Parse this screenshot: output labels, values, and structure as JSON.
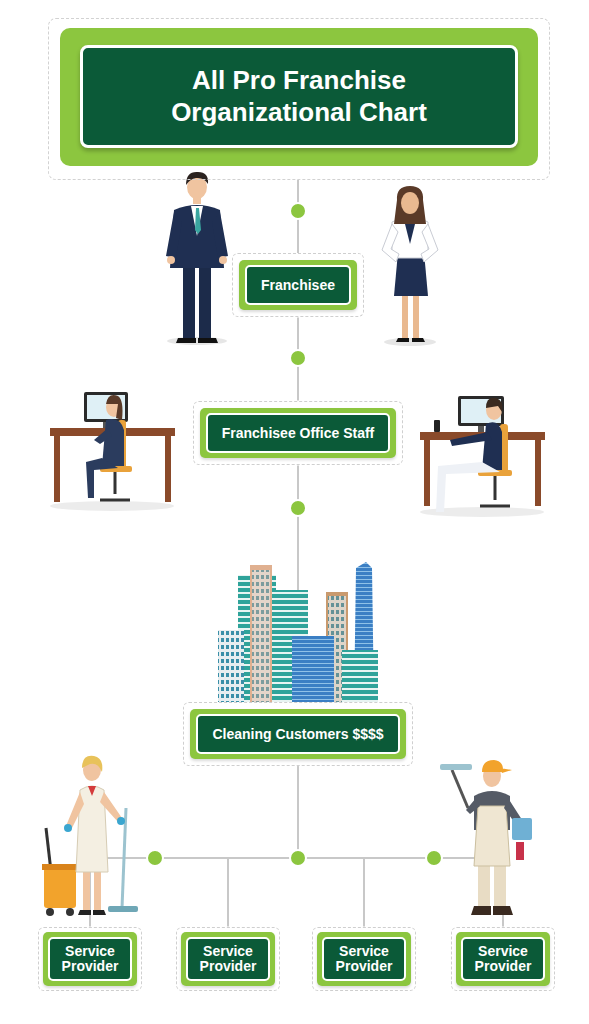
{
  "diagram": {
    "title": "All Pro Franchise Organizational Chart",
    "nodes": [
      {
        "text": [
          "Franchisee"
        ]
      },
      {
        "text": [
          "Franchisee Office Staff"
        ]
      },
      {
        "text": [
          "Cleaning Customers $$$$"
        ]
      },
      {
        "text": [
          "Service Provider"
        ]
      },
      {
        "text": [
          "Service Provider"
        ]
      },
      {
        "text": [
          "Service Provider"
        ]
      },
      {
        "text": [
          "Service Provider"
        ]
      }
    ],
    "edges": [
      {
        "from": 0,
        "to": 1,
        "arrow": "none"
      },
      {
        "from": 1,
        "to": 2,
        "arrow": "none"
      },
      {
        "from": 2,
        "to": 3,
        "arrow": "none"
      },
      {
        "from": 2,
        "to": 4,
        "arrow": "none"
      },
      {
        "from": 2,
        "to": 5,
        "arrow": "none"
      },
      {
        "from": 2,
        "to": 6,
        "arrow": "none"
      }
    ]
  }
}
